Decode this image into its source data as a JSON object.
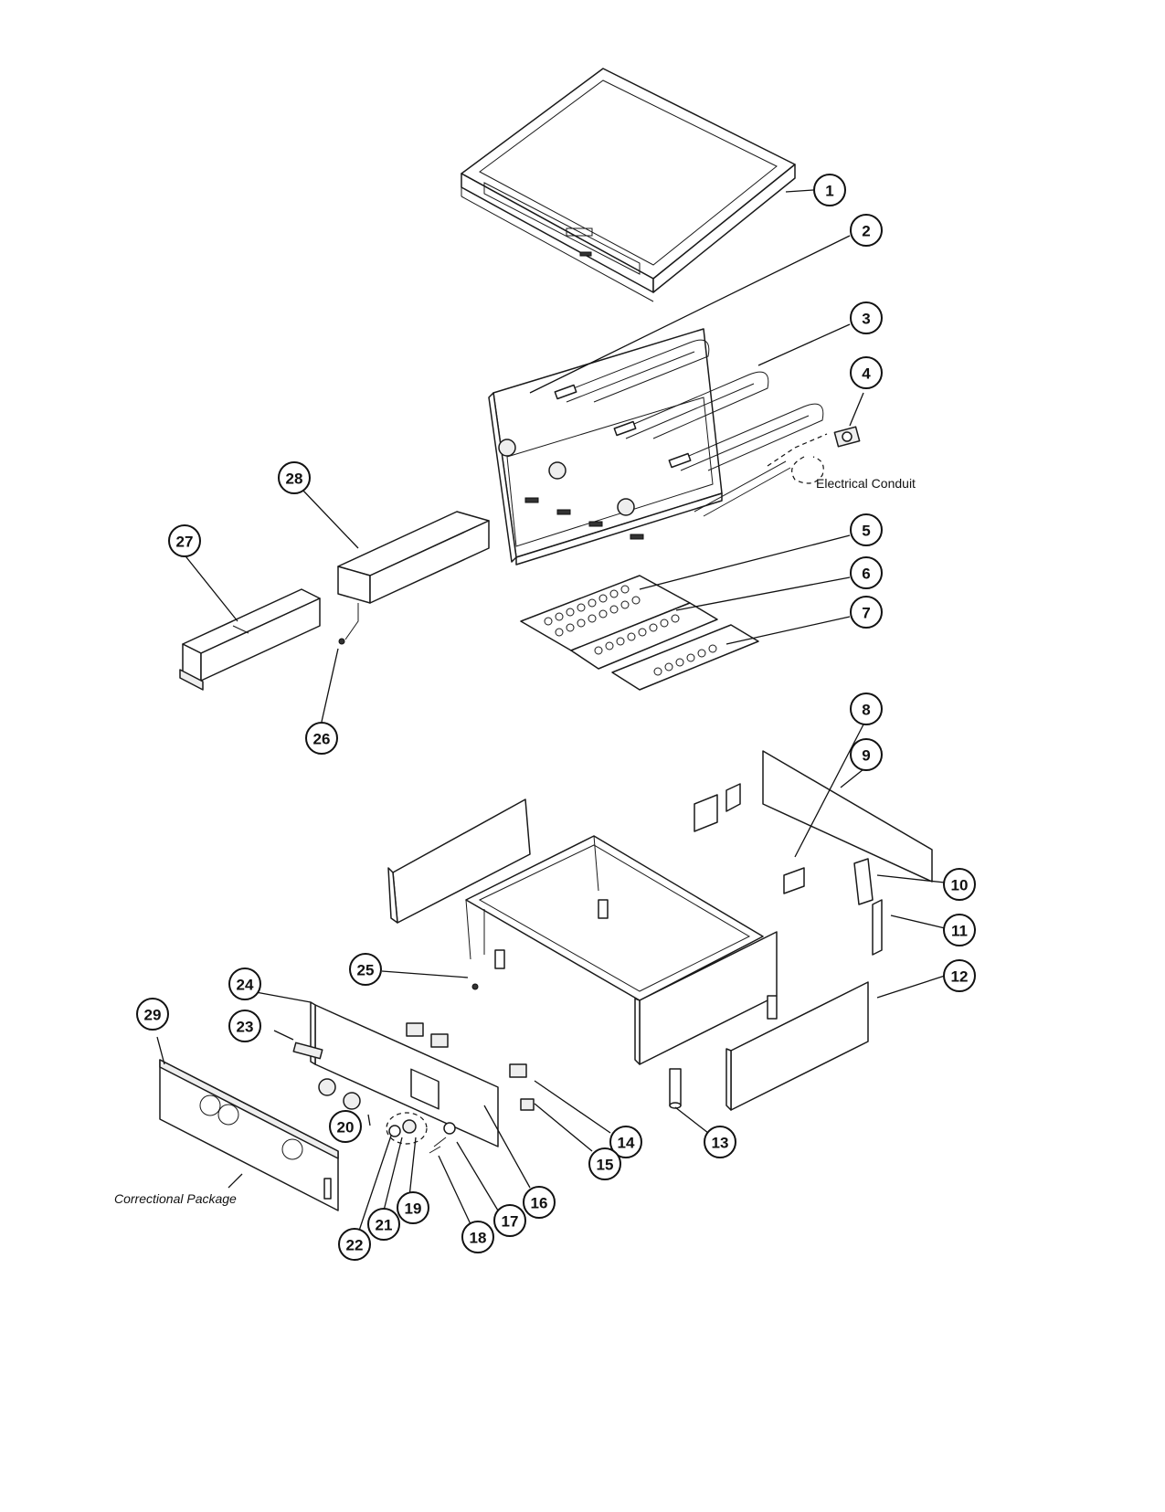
{
  "diagram": {
    "callouts": [
      {
        "id": "1",
        "label": "1"
      },
      {
        "id": "2",
        "label": "2"
      },
      {
        "id": "3",
        "label": "3"
      },
      {
        "id": "4",
        "label": "4"
      },
      {
        "id": "5",
        "label": "5"
      },
      {
        "id": "6",
        "label": "6"
      },
      {
        "id": "7",
        "label": "7"
      },
      {
        "id": "8",
        "label": "8"
      },
      {
        "id": "9",
        "label": "9"
      },
      {
        "id": "10",
        "label": "10"
      },
      {
        "id": "11",
        "label": "11"
      },
      {
        "id": "12",
        "label": "12"
      },
      {
        "id": "13",
        "label": "13"
      },
      {
        "id": "14",
        "label": "14"
      },
      {
        "id": "15",
        "label": "15"
      },
      {
        "id": "16",
        "label": "16"
      },
      {
        "id": "17",
        "label": "17"
      },
      {
        "id": "18",
        "label": "18"
      },
      {
        "id": "19",
        "label": "19"
      },
      {
        "id": "20",
        "label": "20"
      },
      {
        "id": "21",
        "label": "21"
      },
      {
        "id": "22",
        "label": "22"
      },
      {
        "id": "23",
        "label": "23"
      },
      {
        "id": "24",
        "label": "24"
      },
      {
        "id": "25",
        "label": "25"
      },
      {
        "id": "26",
        "label": "26"
      },
      {
        "id": "27",
        "label": "27"
      },
      {
        "id": "28",
        "label": "28"
      },
      {
        "id": "29",
        "label": "29"
      }
    ],
    "notes": {
      "electrical_conduit": "Electrical Conduit",
      "correctional_package": "Correctional Package"
    }
  }
}
